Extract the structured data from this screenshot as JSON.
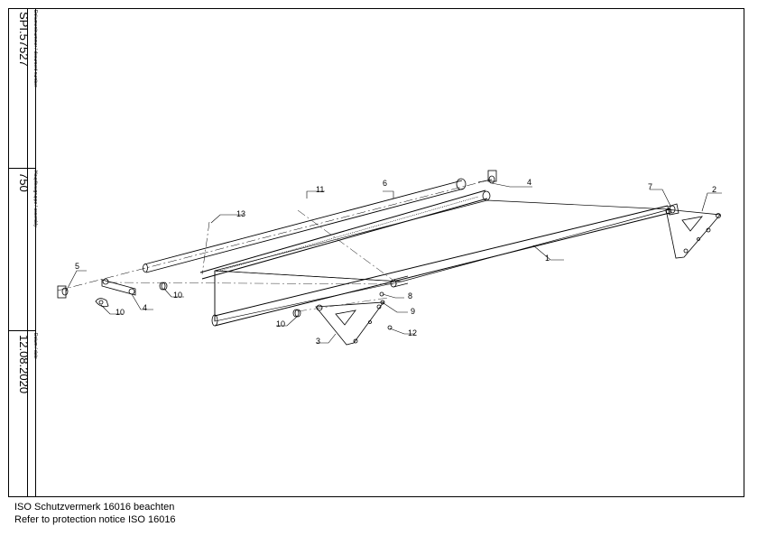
{
  "title_block": {
    "document_number": {
      "label": "Dokumentnummer / document number",
      "value": "SPI.57527"
    },
    "assembly": {
      "label": "Hauptbaugruppe / assembly",
      "value": "750"
    },
    "date": {
      "label": "Datum / date",
      "value": "12.08.2020"
    }
  },
  "callouts": {
    "c1": "1",
    "c2": "2",
    "c3": "3",
    "c4a": "4",
    "c4b": "4",
    "c5": "5",
    "c6": "6",
    "c7": "7",
    "c8": "8",
    "c9": "9",
    "c10a": "10",
    "c10b": "10",
    "c10c": "10",
    "c11": "11",
    "c12": "12",
    "c13": "13"
  },
  "footer": {
    "line1": "ISO Schutzvermerk 16016 beachten",
    "line2": "Refer to protection notice ISO 16016"
  }
}
